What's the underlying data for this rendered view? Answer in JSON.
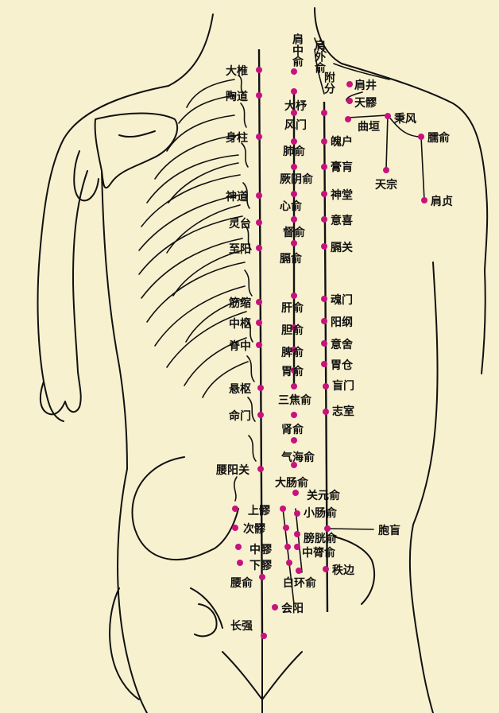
{
  "colors": {
    "background": "#f8f1cf",
    "point": "#c8127e",
    "line": "#111111"
  },
  "points": {
    "jianzhongshu": "肩中俞",
    "jianwaishu": "肩外俞",
    "fufen": "附分",
    "jianjing": "肩井",
    "tianliao": "天髎",
    "dazhui": "大椎",
    "taodao": "陶道",
    "dazhu": "大杼",
    "fengmen": "风门",
    "quyuan": "曲垣",
    "bingfeng": "秉风",
    "naoshu": "臑俞",
    "shenzhu": "身柱",
    "feishu": "肺俞",
    "pohu": "魄户",
    "gaohuang": "膏肓",
    "tianzong": "天宗",
    "jueyinshu": "厥阴俞",
    "shendao": "神道",
    "xinshu": "心俞",
    "shentang": "神堂",
    "jianzhen": "肩贞",
    "lingtai": "灵台",
    "dushu": "督俞",
    "yixi": "意喜",
    "zhiyang": "至阳",
    "geshu": "膈俞",
    "geguan": "膈关",
    "jinsuo": "筋缩",
    "ganshu": "肝俞",
    "hunmen": "魂门",
    "zhongshu": "中枢",
    "danshu": "胆俞",
    "yanggang": "阳纲",
    "jizhong": "脊中",
    "pishu": "脾俞",
    "yishe": "意舍",
    "weishu": "胃俞",
    "weicang": "胃仓",
    "xuanshu": "悬枢",
    "huangmen": "盲门",
    "sanjiaoshu": "三焦俞",
    "mingmen": "命门",
    "zhishi": "志室",
    "shenshu": "肾俞",
    "qihaishu": "气海俞",
    "yaoyangguan": "腰阳关",
    "dachangshu": "大肠俞",
    "guanyuanshu": "关元俞",
    "shangliao": "上髎",
    "xiaochangshu": "小肠俞",
    "ciliao": "次髎",
    "baohuang": "胞盲",
    "pangguangshu": "膀胱俞",
    "zhongliao": "中髎",
    "zhonglvshu": "中膂俞",
    "xialiao": "下髎",
    "zhibian": "秩边",
    "yaoshu": "腰俞",
    "baihuanshu": "白环俞",
    "huiyang": "会阳",
    "changqiang": "长强"
  }
}
